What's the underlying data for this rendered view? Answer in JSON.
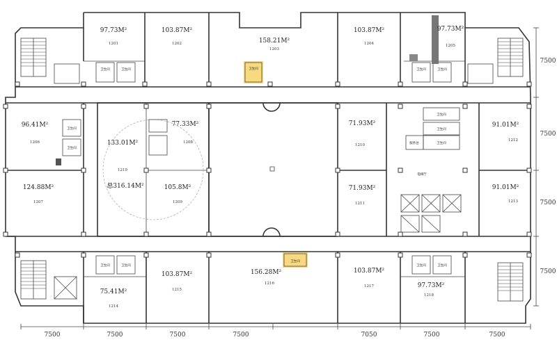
{
  "rooms": {
    "r1201": {
      "area": "97.73M²",
      "num": "1201"
    },
    "r1202": {
      "area": "103.87M²",
      "num": "1202"
    },
    "r1203": {
      "area": "158.21M²",
      "num": "1203"
    },
    "r1204": {
      "area": "103.87M²",
      "num": "1204"
    },
    "r1205": {
      "area": "97.73M²",
      "num": "1205"
    },
    "r1206": {
      "area": "96.41M²",
      "num": "1206"
    },
    "r1207": {
      "area": "124.88M²",
      "num": "1207"
    },
    "r1208": {
      "area": "77.33M²",
      "num": "1208"
    },
    "r1209": {
      "area": "105.8M²",
      "num": "1209"
    },
    "r1219": {
      "area": "133.01M²",
      "num": "1219",
      "total": "总316.14M²"
    },
    "r1210": {
      "area": "71.93M²",
      "num": "1210"
    },
    "r1211": {
      "area": "71.93M²",
      "num": "1211"
    },
    "r1212": {
      "area": "91.01M²",
      "num": "1212"
    },
    "r1213": {
      "area": "91.01M²",
      "num": "1213"
    },
    "r1214": {
      "area": "75.41M²",
      "num": "1214"
    },
    "r1215": {
      "area": "103.87M²",
      "num": "1215"
    },
    "r1216": {
      "area": "156.28M²",
      "num": "1216"
    },
    "r1217": {
      "area": "103.87M²",
      "num": "1217"
    },
    "r1218": {
      "area": "97.73M²",
      "num": "1218"
    }
  },
  "labels": {
    "restroom": "卫生间",
    "elevator_hall": "电梯厅",
    "service": "服务台"
  },
  "dimensions": {
    "bottom": [
      "7500",
      "7500",
      "7500",
      "7500",
      "7050",
      "7500",
      "7500"
    ],
    "right": [
      "7500",
      "7500",
      "7500",
      "7500"
    ]
  },
  "colors": {
    "highlight": "#f7c948",
    "wall": "#333333"
  }
}
